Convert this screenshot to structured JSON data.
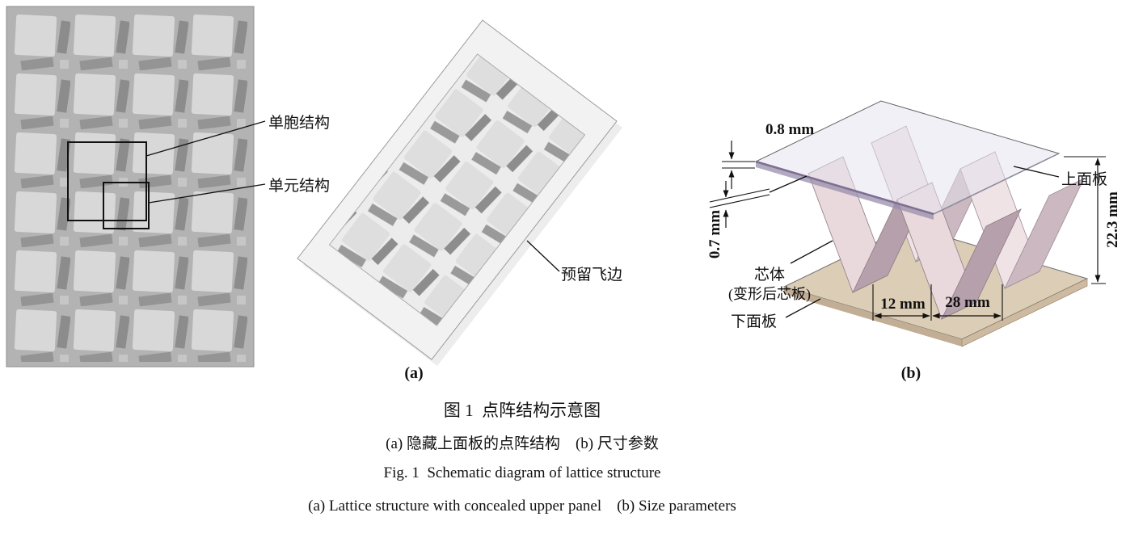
{
  "panel_a": {
    "tag": "(a)",
    "unit_cell_label": "单胞结构",
    "element_label": "单元结构",
    "flash_label": "预留飞边"
  },
  "panel_b": {
    "tag": "(b)",
    "upper_thickness": "0.8 mm",
    "core_thickness": "0.7 mm",
    "spacing_12": "12 mm",
    "spacing_28": "28 mm",
    "total_height": "22.3 mm",
    "core_label": "芯体",
    "core_sublabel": "(变形后芯板)",
    "lower_panel_label": "下面板",
    "upper_panel_label": "上面板"
  },
  "caption": {
    "cn_title": "图 1  点阵结构示意图",
    "cn_sub": "(a) 隐藏上面板的点阵结构    (b) 尺寸参数",
    "en_title": "Fig. 1  Schematic diagram of lattice structure",
    "en_sub": "(a) Lattice structure with concealed upper panel    (b) Size parameters"
  },
  "colors": {
    "lower_panel": "#dccdb6",
    "lower_panel_front": "#c2ae94",
    "core_light": "#ead9dc",
    "core_dark": "#b5a0ab",
    "upper_panel_edge": "#7d6e92",
    "drawing_gray": "#b3b3b3"
  }
}
